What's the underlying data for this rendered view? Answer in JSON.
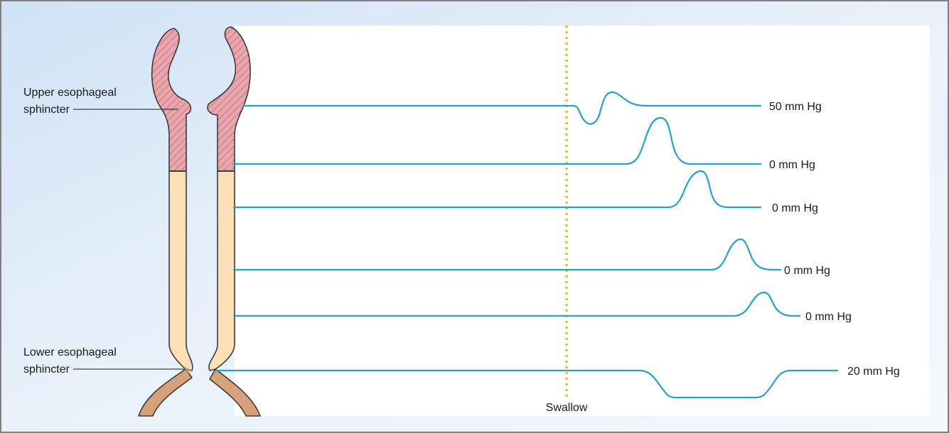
{
  "labels": {
    "upper_sphincter": [
      "Upper esophageal",
      "sphincter"
    ],
    "lower_sphincter": [
      "Lower esophageal",
      "sphincter"
    ],
    "swallow": "Swallow"
  },
  "tracings": [
    {
      "pressure_label": "50 mm Hg",
      "waveform": "dip then peak"
    },
    {
      "pressure_label": "0 mm Hg",
      "waveform": "peak"
    },
    {
      "pressure_label": "0 mm Hg",
      "waveform": "peak"
    },
    {
      "pressure_label": "0 mm Hg",
      "waveform": "peak"
    },
    {
      "pressure_label": "0 mm Hg",
      "waveform": "peak"
    },
    {
      "pressure_label": "20 mm Hg",
      "waveform": "relaxation dip"
    }
  ],
  "colors": {
    "trace": "#1ea3d8",
    "swallow_line": "#f0a92b",
    "sphincter_fill": "#e8a6ad",
    "sphincter_hatch": "#c0505e",
    "esophagus_fill": "#fde0b6",
    "stomach_fill": "#d6a27a",
    "outline": "#3a3a3a",
    "background_gradient": "#cfe2f5"
  }
}
